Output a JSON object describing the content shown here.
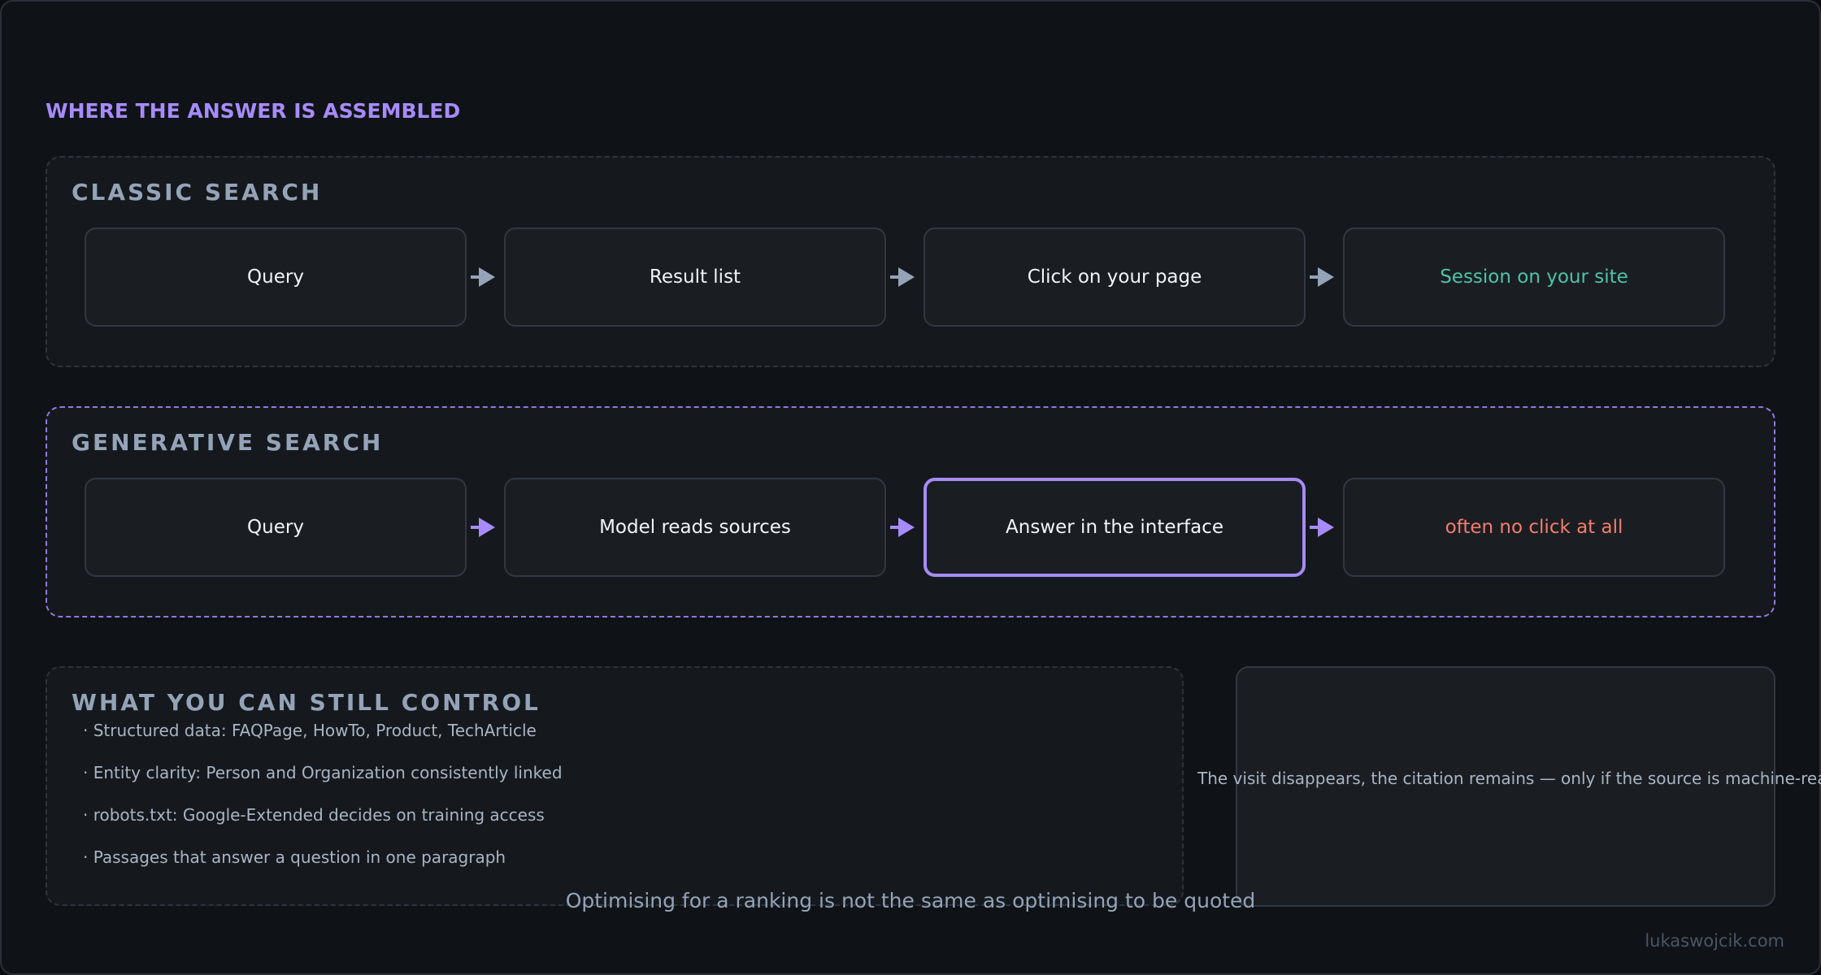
{
  "heading": "WHERE THE ANSWER IS ASSEMBLED",
  "colors": {
    "accent": "#a78bfa",
    "positive": "#4fc3a8",
    "negative": "#f47c6e",
    "muted": "#94a3b8"
  },
  "classic": {
    "title": "CLASSIC SEARCH",
    "steps": [
      "Query",
      "Result list",
      "Click on your page",
      "Session on your site"
    ],
    "arrow_icon": "arrow-right-icon"
  },
  "generative": {
    "title": "GENERATIVE SEARCH",
    "steps": [
      "Query",
      "Model reads sources",
      "Answer in the interface",
      "often no click at all"
    ],
    "arrow_icon": "arrow-right-icon"
  },
  "control": {
    "title": "WHAT YOU CAN STILL CONTROL",
    "items": [
      "· Structured data: FAQPage, HowTo, Product, TechArticle",
      "· Entity clarity: Person and Organization consistently linked",
      "· robots.txt: Google-Extended decides on training access",
      "· Passages that answer a question in one paragraph"
    ]
  },
  "note": "The visit disappears, the citation remains — only if the source is machine-readable",
  "tagline": "Optimising for a ranking is not the same as optimising to be quoted",
  "footer": "lukaswojcik.com"
}
